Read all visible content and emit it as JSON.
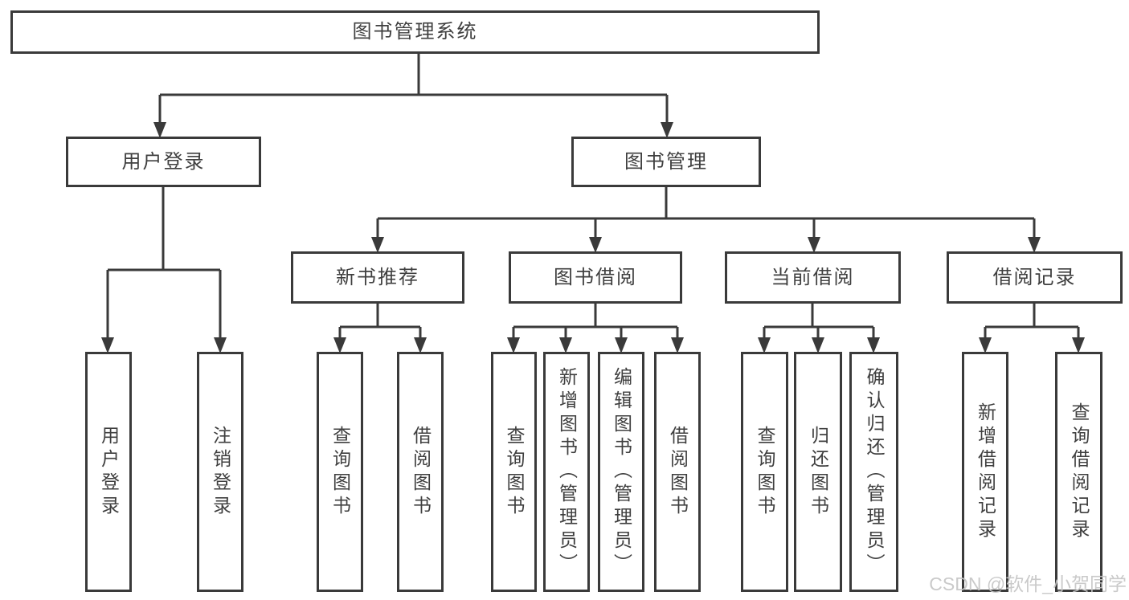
{
  "diagram": {
    "type": "tree",
    "root": {
      "id": "system",
      "label": "图书管理系统"
    },
    "level2": [
      {
        "id": "user-login",
        "label": "用户登录",
        "parent": "system"
      },
      {
        "id": "book-management",
        "label": "图书管理",
        "parent": "system"
      }
    ],
    "level3": [
      {
        "id": "new-book-recommend",
        "label": "新书推荐",
        "parent": "book-management"
      },
      {
        "id": "book-borrowing",
        "label": "图书借阅",
        "parent": "book-management"
      },
      {
        "id": "current-borrowing",
        "label": "当前借阅",
        "parent": "book-management"
      },
      {
        "id": "borrowing-records",
        "label": "借阅记录",
        "parent": "book-management"
      }
    ],
    "leaves": [
      {
        "id": "user-login-leaf",
        "label": "用户登录",
        "parent": "user-login"
      },
      {
        "id": "logout-login",
        "label": "注销登录",
        "parent": "user-login"
      },
      {
        "id": "query-books-recommend",
        "label": "查询图书",
        "parent": "new-book-recommend"
      },
      {
        "id": "borrow-books-recommend",
        "label": "借阅图书",
        "parent": "new-book-recommend"
      },
      {
        "id": "query-books-borrowing",
        "label": "查询图书",
        "parent": "book-borrowing"
      },
      {
        "id": "add-book-admin",
        "label": "新增图书（管理员）",
        "parent": "book-borrowing"
      },
      {
        "id": "edit-book-admin",
        "label": "编辑图书（管理员）",
        "parent": "book-borrowing"
      },
      {
        "id": "borrow-books-borrowing",
        "label": "借阅图书",
        "parent": "book-borrowing"
      },
      {
        "id": "query-books-current",
        "label": "查询图书",
        "parent": "current-borrowing"
      },
      {
        "id": "return-book",
        "label": "归还图书",
        "parent": "current-borrowing"
      },
      {
        "id": "confirm-return-admin",
        "label": "确认归还（管理员）",
        "parent": "current-borrowing"
      },
      {
        "id": "add-borrow-record",
        "label": "新增借阅记录",
        "parent": "borrowing-records"
      },
      {
        "id": "query-borrow-record",
        "label": "查询借阅记录",
        "parent": "borrowing-records"
      }
    ]
  },
  "colors": {
    "line": "#3a3a3a",
    "box_border": "#3a3a3a",
    "box_fill": "#ffffff",
    "text": "#3f3f3f",
    "watermark": "#c6c6c6",
    "background": "#ffffff"
  },
  "watermark": {
    "text": "CSDN @软件_小贺同学"
  }
}
